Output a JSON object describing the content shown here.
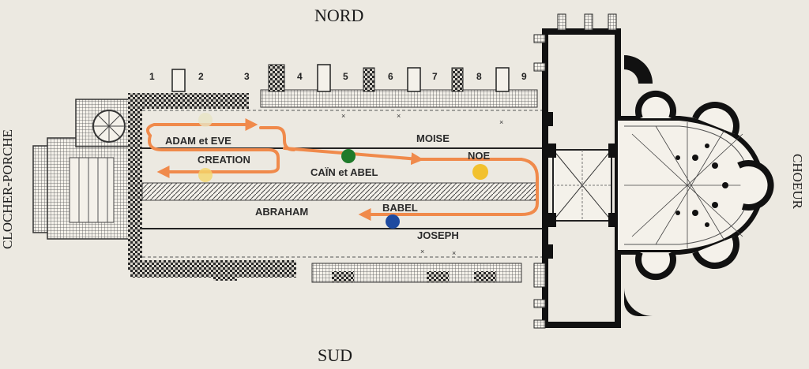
{
  "compass": {
    "north": "NORD",
    "south": "SUD",
    "west": "CLOCHER-PORCHE",
    "east": "CHOEUR"
  },
  "bays": [
    "1",
    "2",
    "3",
    "4",
    "5",
    "6",
    "7",
    "8",
    "9"
  ],
  "scenes": {
    "adam_eve": "ADAM et EVE",
    "creation": "CREATION",
    "moise": "MOISE",
    "cain_abel": "CAÏN et ABEL",
    "noe": "NOE",
    "abraham": "ABRAHAM",
    "babel": "BABEL",
    "joseph": "JOSEPH"
  },
  "colors": {
    "path": "#f08a4b",
    "wall": "#1a1a1a",
    "dot_green": "#1f7a2a",
    "dot_yellow": "#f2c12e",
    "dot_blue": "#1e4aa0",
    "dot_cream": "#e8e3c4",
    "dot_pale_yellow": "#f5d66a"
  }
}
